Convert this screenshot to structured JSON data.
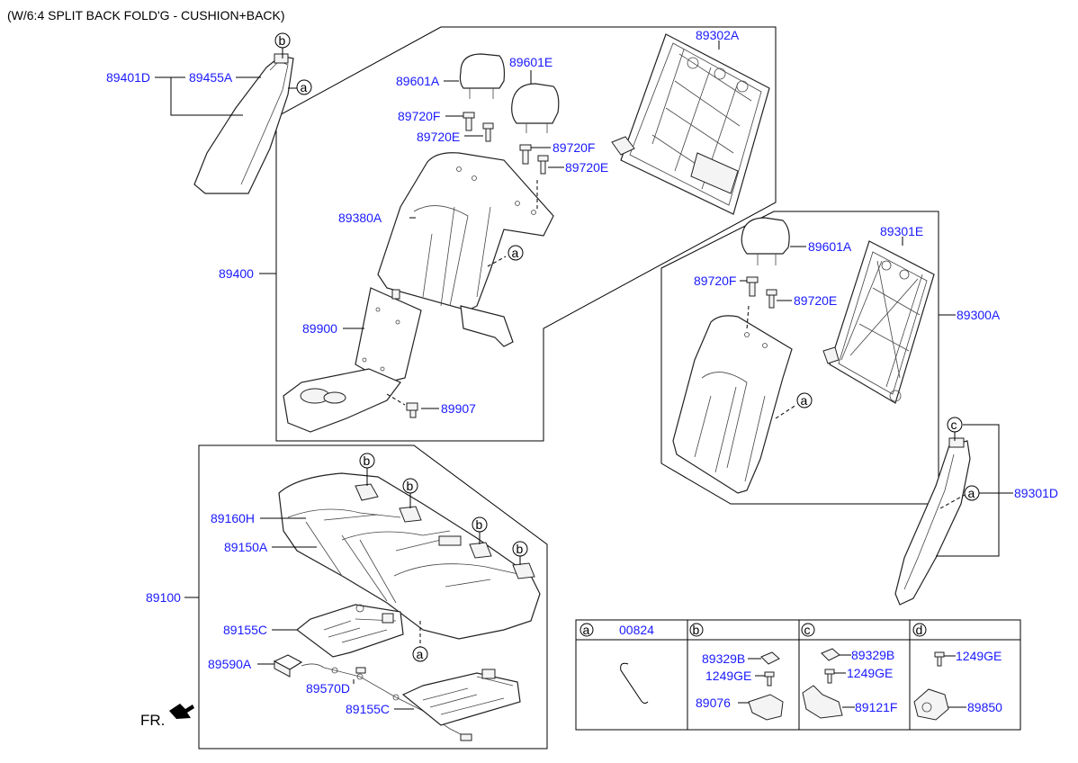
{
  "title": "(W/6:4 SPLIT BACK FOLD'G - CUSHION+BACK)",
  "front_label": "FR.",
  "parts": {
    "p89401D": "89401D",
    "p89455A": "89455A",
    "p89601A_1": "89601A",
    "p89601E": "89601E",
    "p89720F_1": "89720F",
    "p89720E_1": "89720E",
    "p89720F_2": "89720F",
    "p89720E_2": "89720E",
    "p89302A": "89302A",
    "p89380A": "89380A",
    "p89400": "89400",
    "p89900": "89900",
    "p89907": "89907",
    "p89601A_2": "89601A",
    "p89301E": "89301E",
    "p89720F_3": "89720F",
    "p89720E_3": "89720E",
    "p89300A": "89300A",
    "p89301D": "89301D",
    "p89160H": "89160H",
    "p89150A": "89150A",
    "p89100": "89100",
    "p89155C_1": "89155C",
    "p89590A": "89590A",
    "p89570D": "89570D",
    "p89155C_2": "89155C"
  },
  "callouts": {
    "a": "a",
    "b": "b",
    "c": "c",
    "d": "d"
  },
  "legend_table": {
    "col_a": {
      "letter": "a",
      "parts": [
        "00824"
      ]
    },
    "col_b": {
      "letter": "b",
      "parts": [
        "89329B",
        "1249GE",
        "89076"
      ]
    },
    "col_c": {
      "letter": "c",
      "parts": [
        "89329B",
        "1249GE",
        "89121F"
      ]
    },
    "col_d": {
      "letter": "d",
      "parts": [
        "1249GE",
        "89850"
      ]
    }
  },
  "colors": {
    "part_number": "#1a1aff",
    "text": "#000000",
    "line": "#000000"
  }
}
